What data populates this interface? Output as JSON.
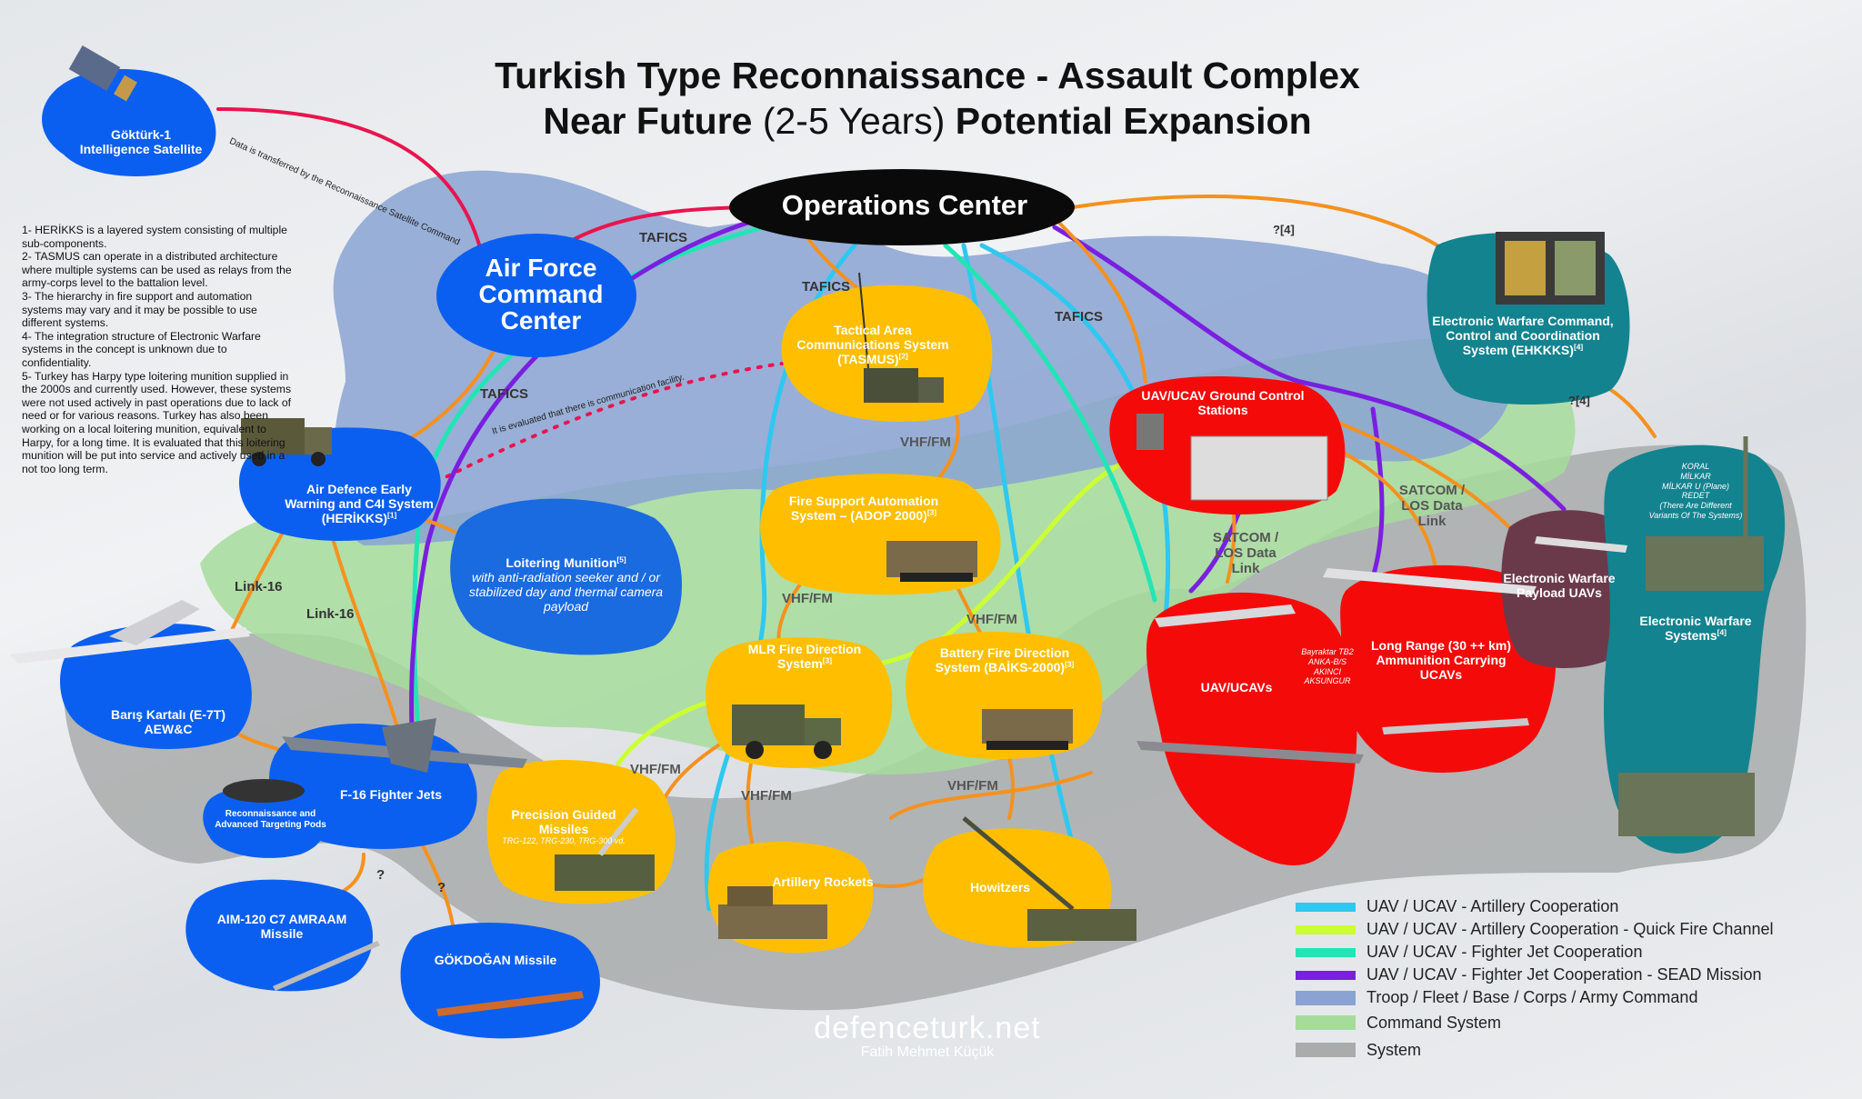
{
  "title": {
    "line1": "Turkish Type Reconnaissance - Assault Complex",
    "line2_bold_a": "Near Future ",
    "line2_light": "(2-5 Years)",
    "line2_bold_b": " Potential Expansion"
  },
  "notes": [
    "1- HERİKKS is a layered system consisting of multiple sub-components.",
    "2- TASMUS can operate in a distributed architecture where multiple systems can be used as relays from the army-corps level to the battalion level.",
    "3- The hierarchy in fire support and automation systems may vary and it may be possible to use different systems.",
    "4- The integration structure of Electronic Warfare systems in the concept is unknown due to confidentiality.",
    "5- Turkey has Harpy type loitering munition supplied in the 2000s and currently used. However, these systems were not used actively in past operations due to lack of need or for various reasons. Turkey has also been working on a local loitering munition, equivalent to Harpy, for a long time. It is evaluated that this loitering munition will be put into service and actively used in a not too long term."
  ],
  "nodes": {
    "gokturk": "Göktürk-1 Intelligence Satellite",
    "ops_center": "Operations Center",
    "air_force": "Air Force Command Center",
    "herikks": "Air Defence Early Warning and C4I System (HERİKKS)",
    "herikks_ref": "[1]",
    "loitering": "Loitering Munition",
    "loitering_ref": "[5]",
    "loitering_sub": "with anti-radiation seeker and / or stabilized day and thermal camera payload",
    "tasmus": "Tactical Area Communications System (TASMUS)",
    "tasmus_ref": "[2]",
    "adop": "Fire Support Automation System – (ADOP 2000)",
    "adop_ref": "[3]",
    "mlr_fd": "MLR Fire Direction System",
    "mlr_fd_ref": "[3]",
    "baikis": "Battery Fire Direction System (BAİKS-2000)",
    "baikis_ref": "[3]",
    "pgm": "Precision Guided Missiles",
    "pgm_sub": "TRG-122, TRG-230, TRG-300 vd.",
    "rockets": "Artillery Rockets",
    "howitzers": "Howitzers",
    "e7t": "Barış Kartalı (E-7T) AEW&C",
    "f16": "F-16 Fighter Jets",
    "pods": "Reconnaissance and Advanced Targeting Pods",
    "aim120": "AIM-120 C7 AMRAAM Missile",
    "gokdogan": "GÖKDOĞAN Missile",
    "gcs": "UAV/UCAV Ground Control Stations",
    "ucavs": "UAV/UCAVs",
    "ucav_models": "Bayraktar TB2\nANKA-B/S\nAKINCI\nAKSUNGUR",
    "long_range": "Long Range (30 ++ km) Ammunition Carrying UCAVs",
    "ew_payload": "Electronic Warfare Payload UAVs",
    "ehkkks": "Electronic Warfare Command, Control and Coordination System (EHKKKS)",
    "ehkkks_ref": "[4]",
    "ew_systems": "Electronic Warfare Systems",
    "ew_systems_ref": "[4]",
    "ew_models": "KORAL\nMİLKAR\nMİLKAR U (Plane)\nREDET\n(There Are Different Variants Of The Systems)"
  },
  "edge_labels": {
    "sat_link": "Data is transferred by the Reconnaissance Satellite Command",
    "comm_facility": "It is evaluated that there is communication facility.",
    "tafics": "TAFICS",
    "link16": "Link-16",
    "vhf": "VHF/FM",
    "satcom": "SATCOM / LOS Data Link",
    "unknown": "?",
    "unknown_ref": "?[4]"
  },
  "legend": [
    {
      "label": "UAV / UCAV - Artillery Cooperation",
      "color": "#2ec8f0",
      "kind": "line"
    },
    {
      "label": "UAV / UCAV - Artillery Cooperation - Quick Fire Channel",
      "color": "#ccff33",
      "kind": "line"
    },
    {
      "label": "UAV / UCAV - Fighter Jet Cooperation",
      "color": "#22e5b5",
      "kind": "line"
    },
    {
      "label": "UAV / UCAV - Fighter Jet Cooperation - SEAD Mission",
      "color": "#7a1fe0",
      "kind": "line"
    },
    {
      "label": "Troop / Fleet / Base / Corps / Army Command",
      "color": "#8aa3d2",
      "kind": "area"
    },
    {
      "label": "Command System",
      "color": "#a6dc9b",
      "kind": "area"
    },
    {
      "label": "System",
      "color": "#a9acab",
      "kind": "area"
    }
  ],
  "brand": {
    "site": "defenceturk.net",
    "author": "Fatih Mehmet Küçük"
  },
  "colors": {
    "command_area": "#8aa3d2",
    "command_system_area": "#a6dc9b",
    "system_area": "#a9acab",
    "blue_node": "#0b5ff0",
    "yellow_node": "#ffbf00",
    "red_node": "#f50a0a",
    "teal_node": "#13838f",
    "orange_link": "#f5911e",
    "pink_link": "#e8144f"
  }
}
